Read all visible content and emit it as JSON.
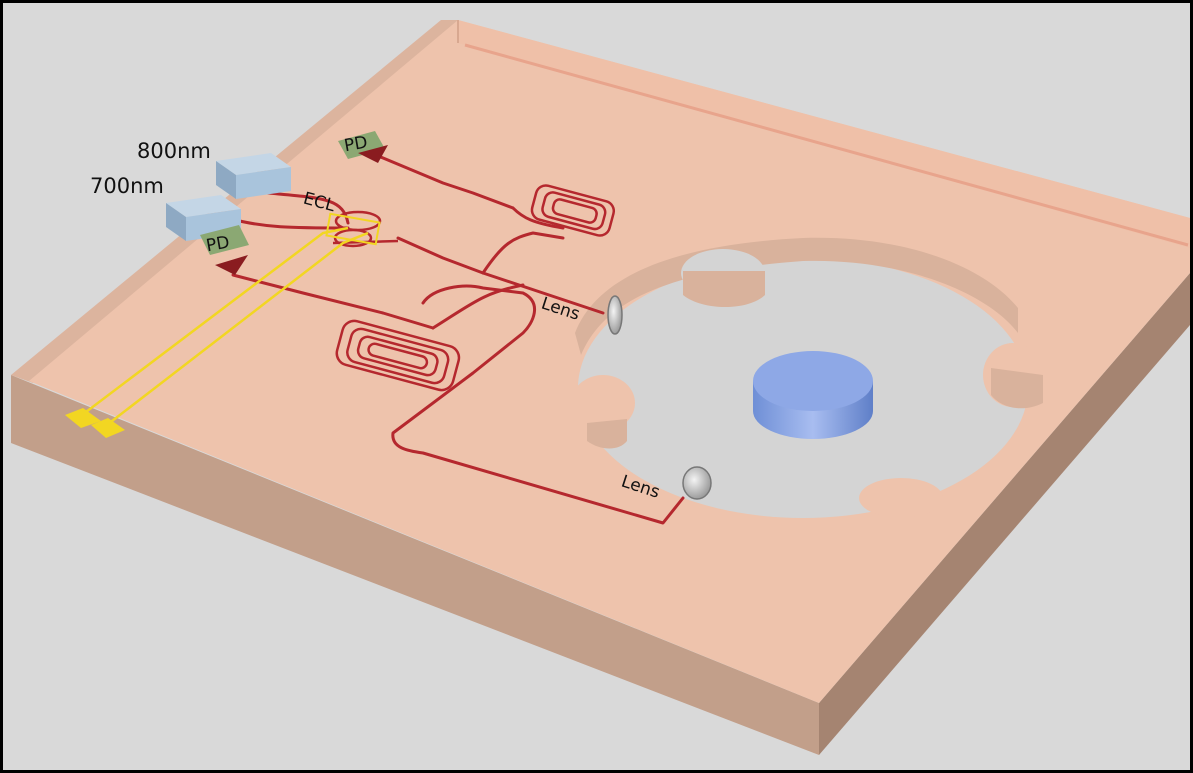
{
  "labels": {
    "laser_top": "800nm",
    "laser_bottom": "700nm",
    "pd_top": "PD",
    "pd_bottom": "PD",
    "ecl": "ECL",
    "lens_upper": "Lens",
    "lens_lower": "Lens"
  },
  "colors": {
    "background": "#d9d9d9",
    "chip_surface": "#eec3ac",
    "waveguide": "#b5282e",
    "electrode": "#f2d622",
    "laser_block": "#a9c4dc",
    "photodetector": "#8ba873",
    "vapor_cell": "#7e9ee0",
    "lens": "#c8c8c8"
  }
}
